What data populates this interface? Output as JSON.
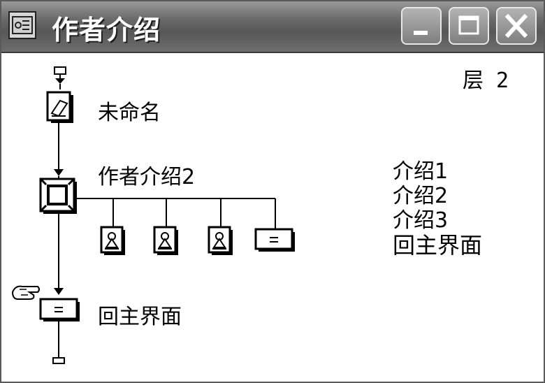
{
  "window": {
    "title": "作者介绍",
    "buttons": {
      "minimize": "minimize-icon",
      "maximize": "maximize-icon",
      "close": "close-icon"
    }
  },
  "flowline": {
    "layer_label": "层 2",
    "nodes": [
      {
        "label": "未命名",
        "icon": "eraser-icon"
      },
      {
        "label": "作者介绍2",
        "icon": "framework-icon"
      },
      {
        "label": "回主界面",
        "icon": "calculation-icon"
      }
    ],
    "branch_icons": [
      "display-icon",
      "display-icon",
      "display-icon",
      "calculation-icon"
    ],
    "branch_titles": [
      "介绍1",
      "介绍2",
      "介绍3",
      "回主界面"
    ]
  },
  "colors": {
    "titlebar": "#6a6a6a",
    "title_text": "#ffffff",
    "background": "#ffffff"
  }
}
